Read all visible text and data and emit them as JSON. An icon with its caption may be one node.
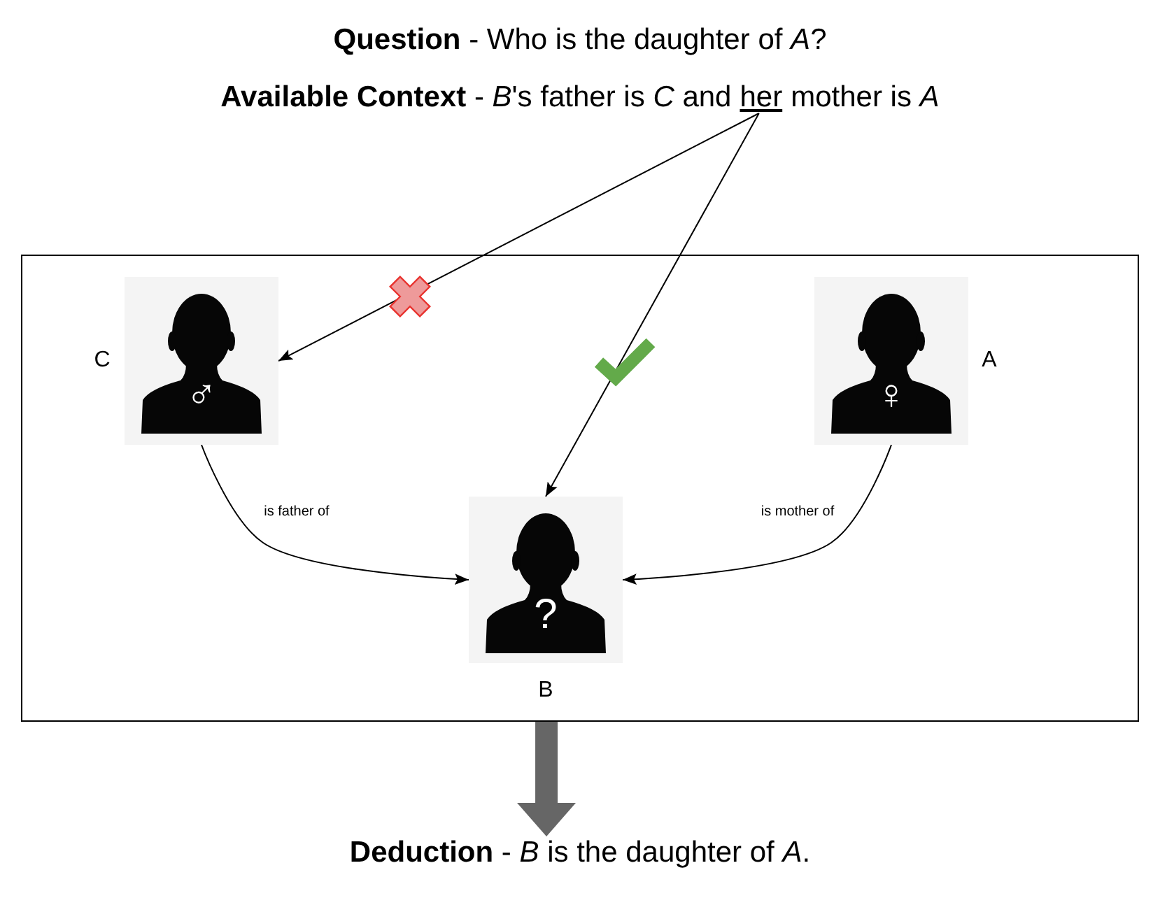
{
  "diagram": {
    "title": "**Question** - Who is the daughter of *A*?",
    "nodes": [
      {
        "text": [
          "**Available Context** - *B*'s father is *C* and",
          "her",
          "mother is *A*"
        ]
      },
      {
        "text": [],
        "shape": "box"
      },
      {
        "text": [
          "♂"
        ],
        "beside": [
          "C"
        ],
        "in": 1
      },
      {
        "text": [
          "♀"
        ],
        "beside": [
          "A"
        ],
        "in": 1
      },
      {
        "text": [
          "?"
        ],
        "beside": [
          "B"
        ],
        "in": 1
      },
      {
        "text": [
          "**Deduction** - *B* is the daughter of *A*."
        ]
      }
    ],
    "edges": [
      {
        "from": 0,
        "to": 2,
        "arrow": "to"
      },
      {
        "from": 0,
        "to": 4,
        "arrow": "to"
      },
      {
        "from": 2,
        "to": 4,
        "arrow": "to",
        "label": "is father of"
      },
      {
        "from": 3,
        "to": 4,
        "arrow": "to",
        "label": "is mother of"
      },
      {
        "from": 1,
        "to": 5,
        "arrow": "to",
        "style": "thick",
        "color": "#666666"
      }
    ]
  }
}
